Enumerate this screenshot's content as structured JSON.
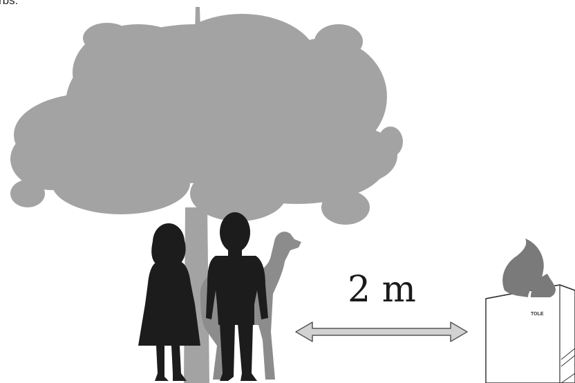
{
  "top_text_fragment": "rbs:",
  "distance_label": "2 m",
  "stove_brand": "TOLE",
  "colors": {
    "tree": "#a3a3a3",
    "children": "#1c1c1c",
    "dog": "#8c8c8c",
    "arrow_fill": "#d2d2d2",
    "arrow_stroke": "#555555",
    "flame": "#7a7a7a",
    "stove_outline": "#333333"
  },
  "icons": [
    "tree-icon",
    "girl-silhouette-icon",
    "boy-silhouette-icon",
    "dog-silhouette-icon",
    "double-arrow-icon",
    "stove-icon",
    "flame-icon"
  ]
}
